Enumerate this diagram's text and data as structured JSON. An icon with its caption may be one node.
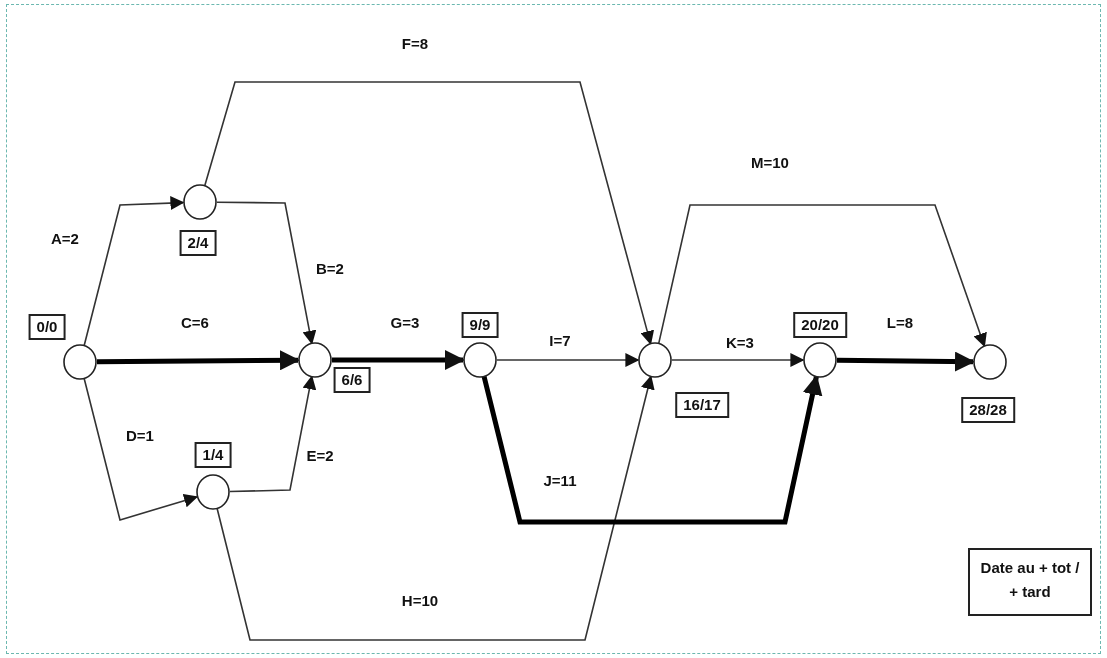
{
  "diagram": {
    "nodes": [
      {
        "text": [],
        "shape": "circle",
        "beside": [
          "0/0"
        ]
      },
      {
        "text": [],
        "shape": "circle",
        "beside": [
          "2/4"
        ]
      },
      {
        "text": [],
        "shape": "circle",
        "beside": [
          "6/6"
        ]
      },
      {
        "text": [],
        "shape": "circle",
        "beside": [
          "1/4"
        ]
      },
      {
        "text": [],
        "shape": "circle",
        "beside": [
          "9/9"
        ]
      },
      {
        "text": [],
        "shape": "circle",
        "beside": [
          "16/17"
        ]
      },
      {
        "text": [],
        "shape": "circle",
        "beside": [
          "20/20"
        ]
      },
      {
        "text": [],
        "shape": "circle",
        "beside": [
          "28/28"
        ]
      },
      {
        "text": [
          "Date au + tot / + tard"
        ]
      }
    ],
    "edges": [
      {
        "from": 0,
        "to": 1,
        "arrow": "to",
        "label": "A=2"
      },
      {
        "from": 0,
        "to": 2,
        "arrow": "to",
        "label": "C=6",
        "style": "thick"
      },
      {
        "from": 0,
        "to": 3,
        "arrow": "to",
        "label": "D=1"
      },
      {
        "from": 1,
        "to": 2,
        "arrow": "to",
        "label": "B=2"
      },
      {
        "from": 3,
        "to": 2,
        "arrow": "to",
        "label": "E=2"
      },
      {
        "from": 1,
        "to": 5,
        "arrow": "to",
        "label": "F=8"
      },
      {
        "from": 2,
        "to": 4,
        "arrow": "to",
        "label": "G=3",
        "style": "thick"
      },
      {
        "from": 3,
        "to": 5,
        "arrow": "to",
        "label": "H=10"
      },
      {
        "from": 4,
        "to": 5,
        "arrow": "to",
        "label": "I=7"
      },
      {
        "from": 4,
        "to": 6,
        "arrow": "to",
        "label": "J=11",
        "style": "thick"
      },
      {
        "from": 5,
        "to": 6,
        "arrow": "to",
        "label": "K=3"
      },
      {
        "from": 5,
        "to": 7,
        "arrow": "to",
        "label": "M=10"
      },
      {
        "from": 6,
        "to": 7,
        "arrow": "to",
        "label": "L=8",
        "style": "thick"
      }
    ]
  }
}
